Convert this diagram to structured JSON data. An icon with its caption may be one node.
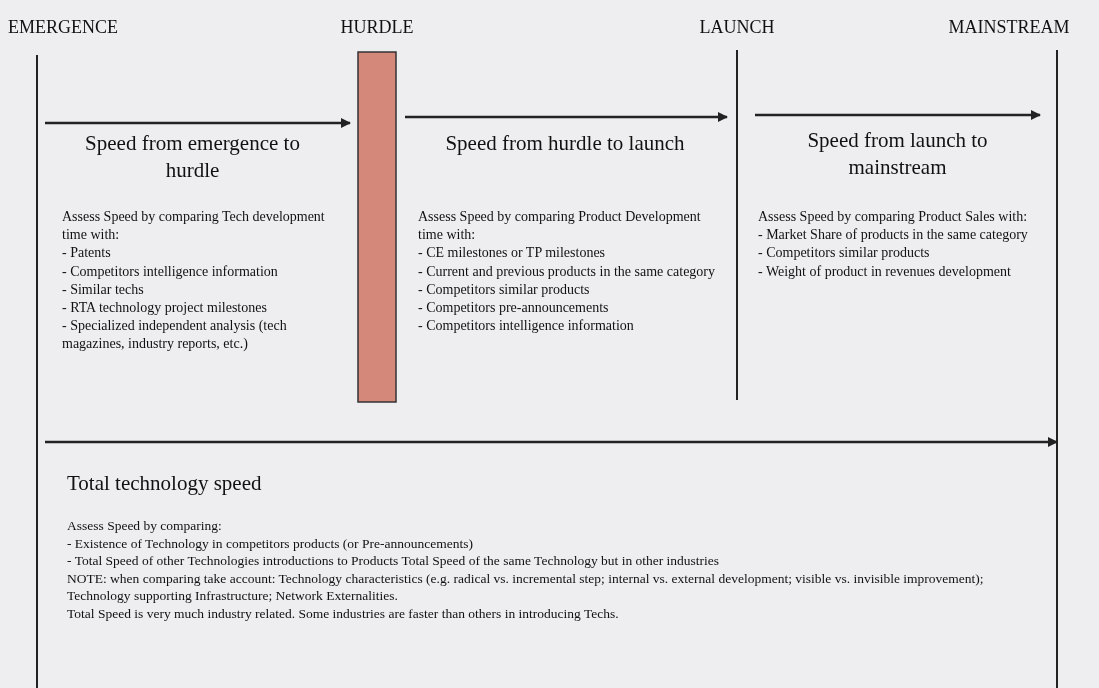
{
  "diagram": {
    "nodes": [
      {
        "text": [],
        "shape": "bar"
      }
    ],
    "labels": [
      "EMERGENCE",
      "HURDLE",
      "LAUNCH",
      "MAINSTREAM",
      "Speed from emergence to hurdle",
      "Speed from hurdle to launch",
      "Speed from launch to mainstream",
      "Assess Speed by comparing Tech development time with:",
      "- Patents",
      "- Competitors intelligence information",
      "- Similar techs",
      "- RTA technology project milestones",
      "- Specialized independent analysis (tech magazines, industry reports, etc.)",
      "Assess Speed by comparing Product Development time with:",
      "- CE milestones or TP milestones",
      "- Current and previous products in the same category",
      "- Competitors similar products",
      "- Competitors pre-announcements",
      "- Competitors intelligence information",
      "Assess Speed by comparing Product Sales with:",
      "- Market Share of products in the same category",
      "- Competitors similar products",
      "- Weight of product in revenues development",
      "Total technology speed",
      "Assess Speed by comparing:",
      "- Existence of Technology in competitors products (or Pre-announcements)",
      "- Total Speed of other Technologies introductions to Products Total Speed of the same Technology but in other industries",
      "NOTE: when comparing take account: Technology characteristics (e.g. radical vs. incremental step; internal vs. external development; visible vs. invisible improvement);  Technology supporting Infrastructure; Network Externalities.",
      "Total Speed is very much industry related. Some industries are faster than others in introducing Techs."
    ]
  }
}
